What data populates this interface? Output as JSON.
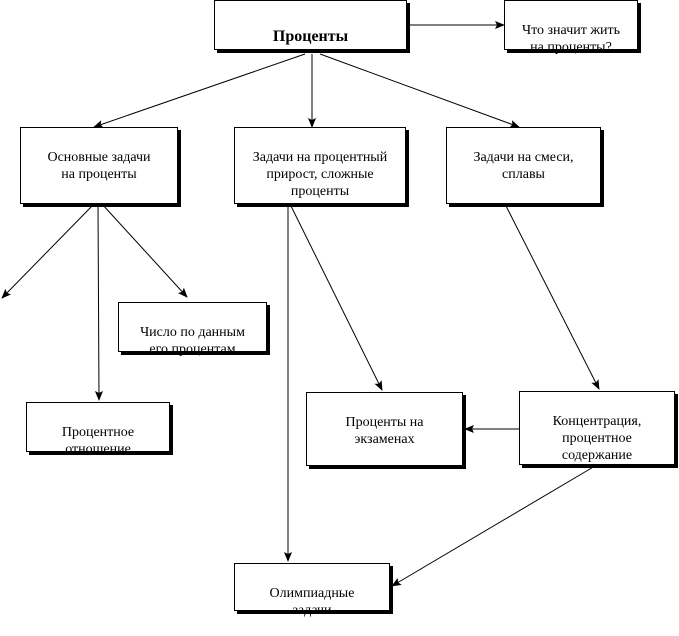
{
  "nodes": {
    "root": "Проценты",
    "what_means": "Что значит жить\nна проценты?",
    "basic": "Основные задачи\nна проценты",
    "growth": "Задачи на процентный\nприрост, сложные\nпроценты",
    "mixtures": "Задачи на смеси,\nсплавы",
    "by_percent": "Число по данным\nего процентам",
    "ratio": "Процентное\nотношение",
    "exams": "Проценты на\nэкзаменах",
    "concentration": "Концентрация,\nпроцентное\nсодержание",
    "olympiad": "Олимпиадные\nзадачи"
  },
  "colors": {
    "line": "#000000",
    "box_fill": "#ffffff",
    "text": "#000000"
  }
}
